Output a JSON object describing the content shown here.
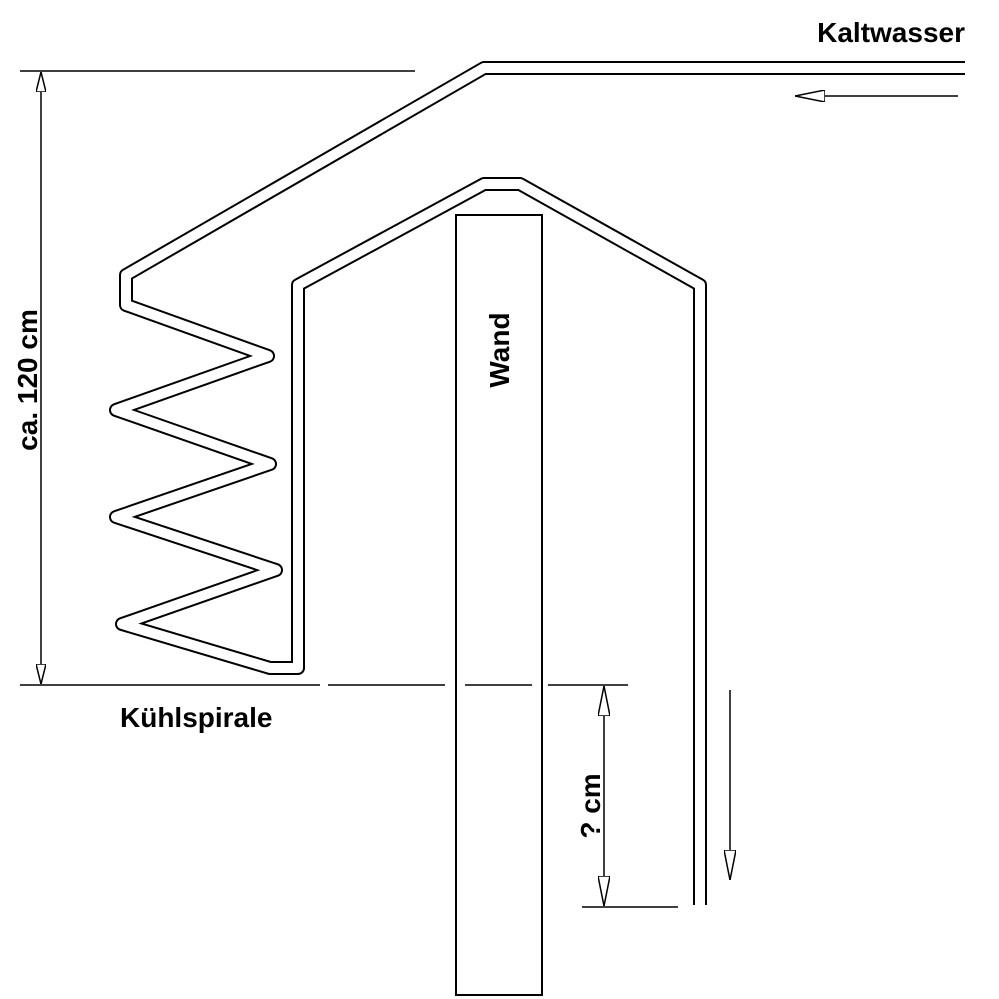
{
  "labels": {
    "cold_water": "Kaltwasser",
    "height": "ca. 120 cm",
    "wall": "Wand",
    "coil": "Kühlspirale",
    "unknown_distance": "? cm"
  },
  "colors": {
    "line": "#000000",
    "background": "#ffffff"
  }
}
